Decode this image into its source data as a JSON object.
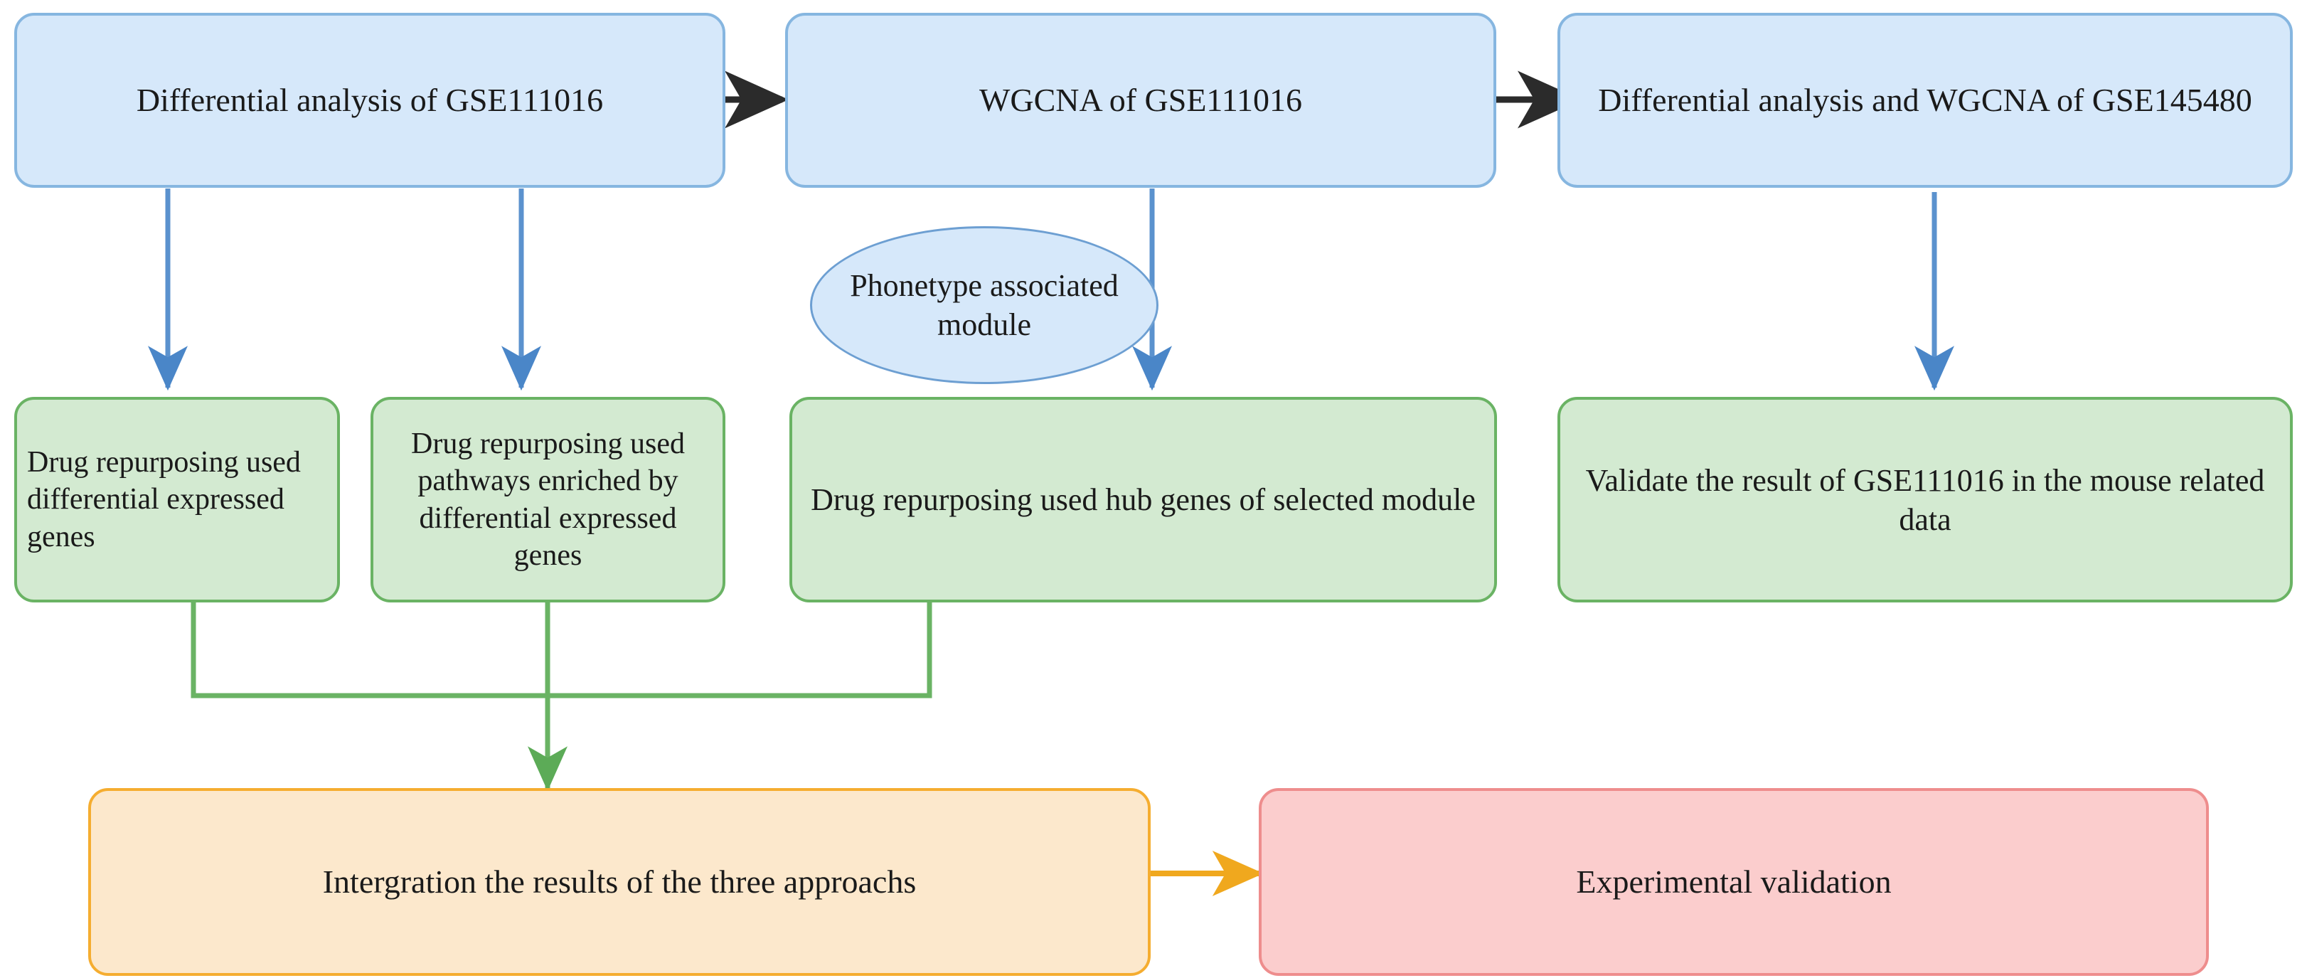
{
  "diagram": {
    "title": "Drug repurposing study workflow",
    "colors": {
      "blue_fill": "#d6e8fa",
      "blue_stroke": "#86b6e0",
      "green_fill": "#d3ead1",
      "green_stroke": "#6ab364",
      "orange_fill": "#fce8cc",
      "orange_stroke": "#f5ad30",
      "red_fill": "#fbcdcd",
      "red_stroke": "#ee8d8d",
      "black_arrow": "#2b2b2b"
    },
    "nodes": {
      "differential_analysis_gse111016": "Differential analysis of GSE111016",
      "wgcna_gse111016": "WGCNA of GSE111016",
      "differential_wgcna_gse145480": "Differential analysis and WGCNA of GSE145480",
      "phenotype_module": "Phonetype associated module",
      "drug_repurposing_deg": "Drug repurposing used differential expressed genes",
      "drug_repurposing_pathways": "Drug repurposing used pathways enriched by differential expressed genes",
      "drug_repurposing_hub_genes": "Drug repurposing used hub genes of selected module",
      "validate_mouse_data": "Validate the result of GSE111016 in the mouse related data",
      "integration": "Intergration the results of the three approachs",
      "experimental_validation": "Experimental validation"
    }
  }
}
